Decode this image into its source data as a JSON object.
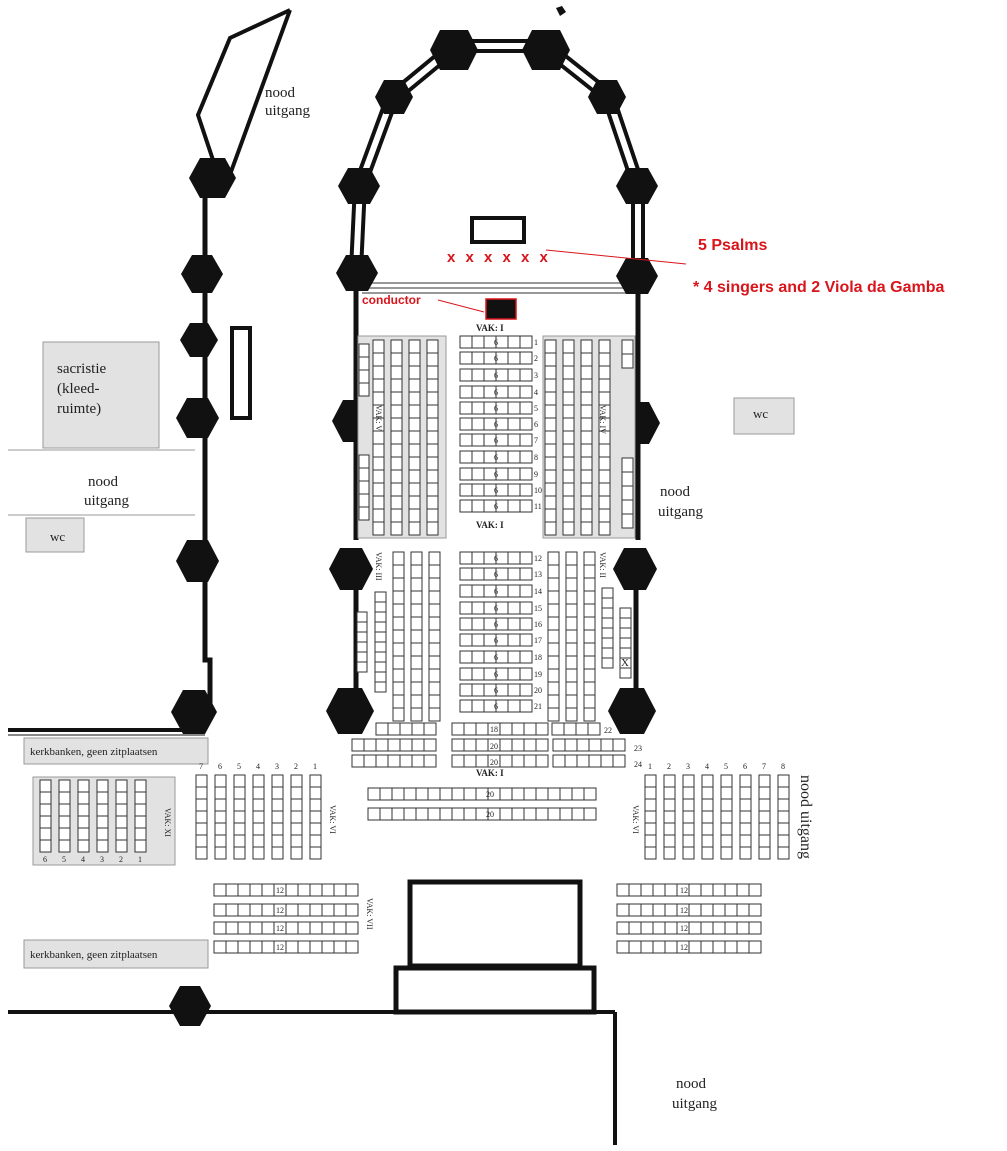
{
  "labels": {
    "nood": "nood",
    "uitgang": "uitgang",
    "nood_uitgang": "nood uitgang",
    "sacristie_1": "sacristie",
    "sacristie_2": "(kleed-",
    "sacristie_3": "ruimte)",
    "wc": "wc",
    "kerkbanken": "kerkbanken, geen zitplaatsen",
    "vak_1": "VAK: I",
    "vak_2": "VAK: II",
    "vak_3": "VAK: III",
    "vak_4": "VAK: IV",
    "vak_5": "VAK: V",
    "vak_6": "VAK: VI",
    "vak_7": "VAK: VII",
    "vak_xi": "VAK: XI",
    "x_mark": "X"
  },
  "annotations": {
    "psalms": "5 Psalms",
    "singers": "* 4 singers and 2 Viola da Gamba",
    "conductor": "conductor",
    "performers": "x x x x x x"
  },
  "rows": {
    "center_numbers": [
      "1",
      "2",
      "3",
      "4",
      "5",
      "6",
      "7",
      "8",
      "9",
      "10",
      "11",
      "12",
      "13",
      "14",
      "15",
      "16",
      "17",
      "18",
      "19",
      "20",
      "21",
      "22",
      "23",
      "24"
    ],
    "center_seat_count": "6",
    "wide_seat_counts": [
      "18",
      "20",
      "20",
      "20",
      "20"
    ],
    "rear_seat_count": "12",
    "vak6_numbers": [
      "1",
      "2",
      "3",
      "4",
      "5",
      "6",
      "7",
      "8"
    ],
    "vak6b_numbers": [
      "7",
      "6",
      "5",
      "4",
      "3",
      "2",
      "1"
    ],
    "vak11_numbers": [
      "6",
      "5",
      "4",
      "3",
      "2",
      "1"
    ]
  }
}
